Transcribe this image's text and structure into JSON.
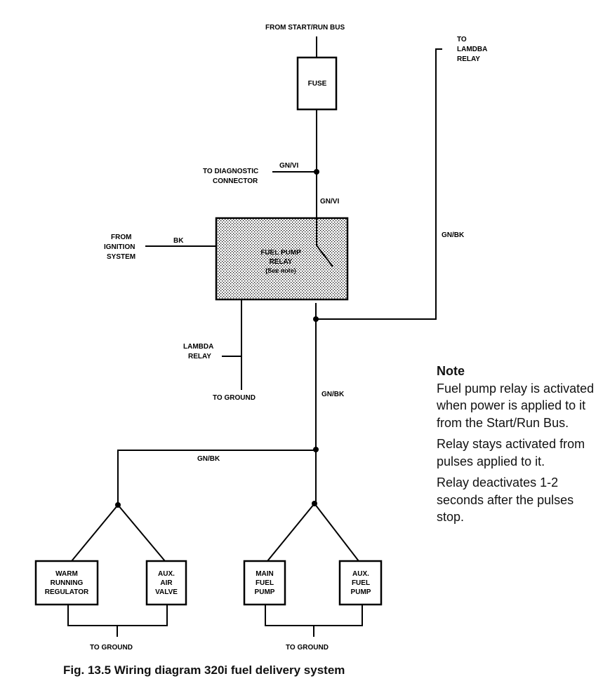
{
  "wires": {
    "from_start_run_bus": "FROM START/RUN BUS",
    "to_lambda_relay_top": [
      "TO",
      "LAMDBA",
      "RELAY"
    ],
    "to_diagnostic_connector": [
      "TO DIAGNOSTIC",
      "CONNECTOR"
    ],
    "from_ignition_system": [
      "FROM",
      "IGNITION",
      "SYSTEM"
    ],
    "lambda_relay": [
      "LAMBDA",
      "RELAY"
    ],
    "to_ground_relay": "TO GROUND",
    "to_ground_left": "TO GROUND",
    "to_ground_right": "TO GROUND"
  },
  "wire_colors": {
    "gn_vi_diag": "GN/VI",
    "gn_vi_relay": "GN/VI",
    "bk": "BK",
    "gn_bk_right": "GN/BK",
    "gn_bk_main": "GN/BK",
    "gn_bk_branch": "GN/BK"
  },
  "components": {
    "fuse": [
      "FUSE"
    ],
    "fuel_pump_relay": [
      "FUEL PUMP",
      "RELAY",
      "(See note)"
    ],
    "warm_running_regulator": [
      "WARM",
      "RUNNING",
      "REGULATOR"
    ],
    "aux_air_valve": [
      "AUX.",
      "AIR",
      "VALVE"
    ],
    "main_fuel_pump": [
      "MAIN",
      "FUEL",
      "PUMP"
    ],
    "aux_fuel_pump": [
      "AUX.",
      "FUEL",
      "PUMP"
    ]
  },
  "note": {
    "title": "Note",
    "paragraphs": [
      "Fuel pump relay is activated when power is applied to it from the Start/Run Bus.",
      "Relay stays activated from pulses applied to it.",
      "Relay deactivates 1-2 seconds after the pulses stop."
    ]
  },
  "caption": "Fig. 13.5  Wiring diagram 320i fuel delivery system"
}
